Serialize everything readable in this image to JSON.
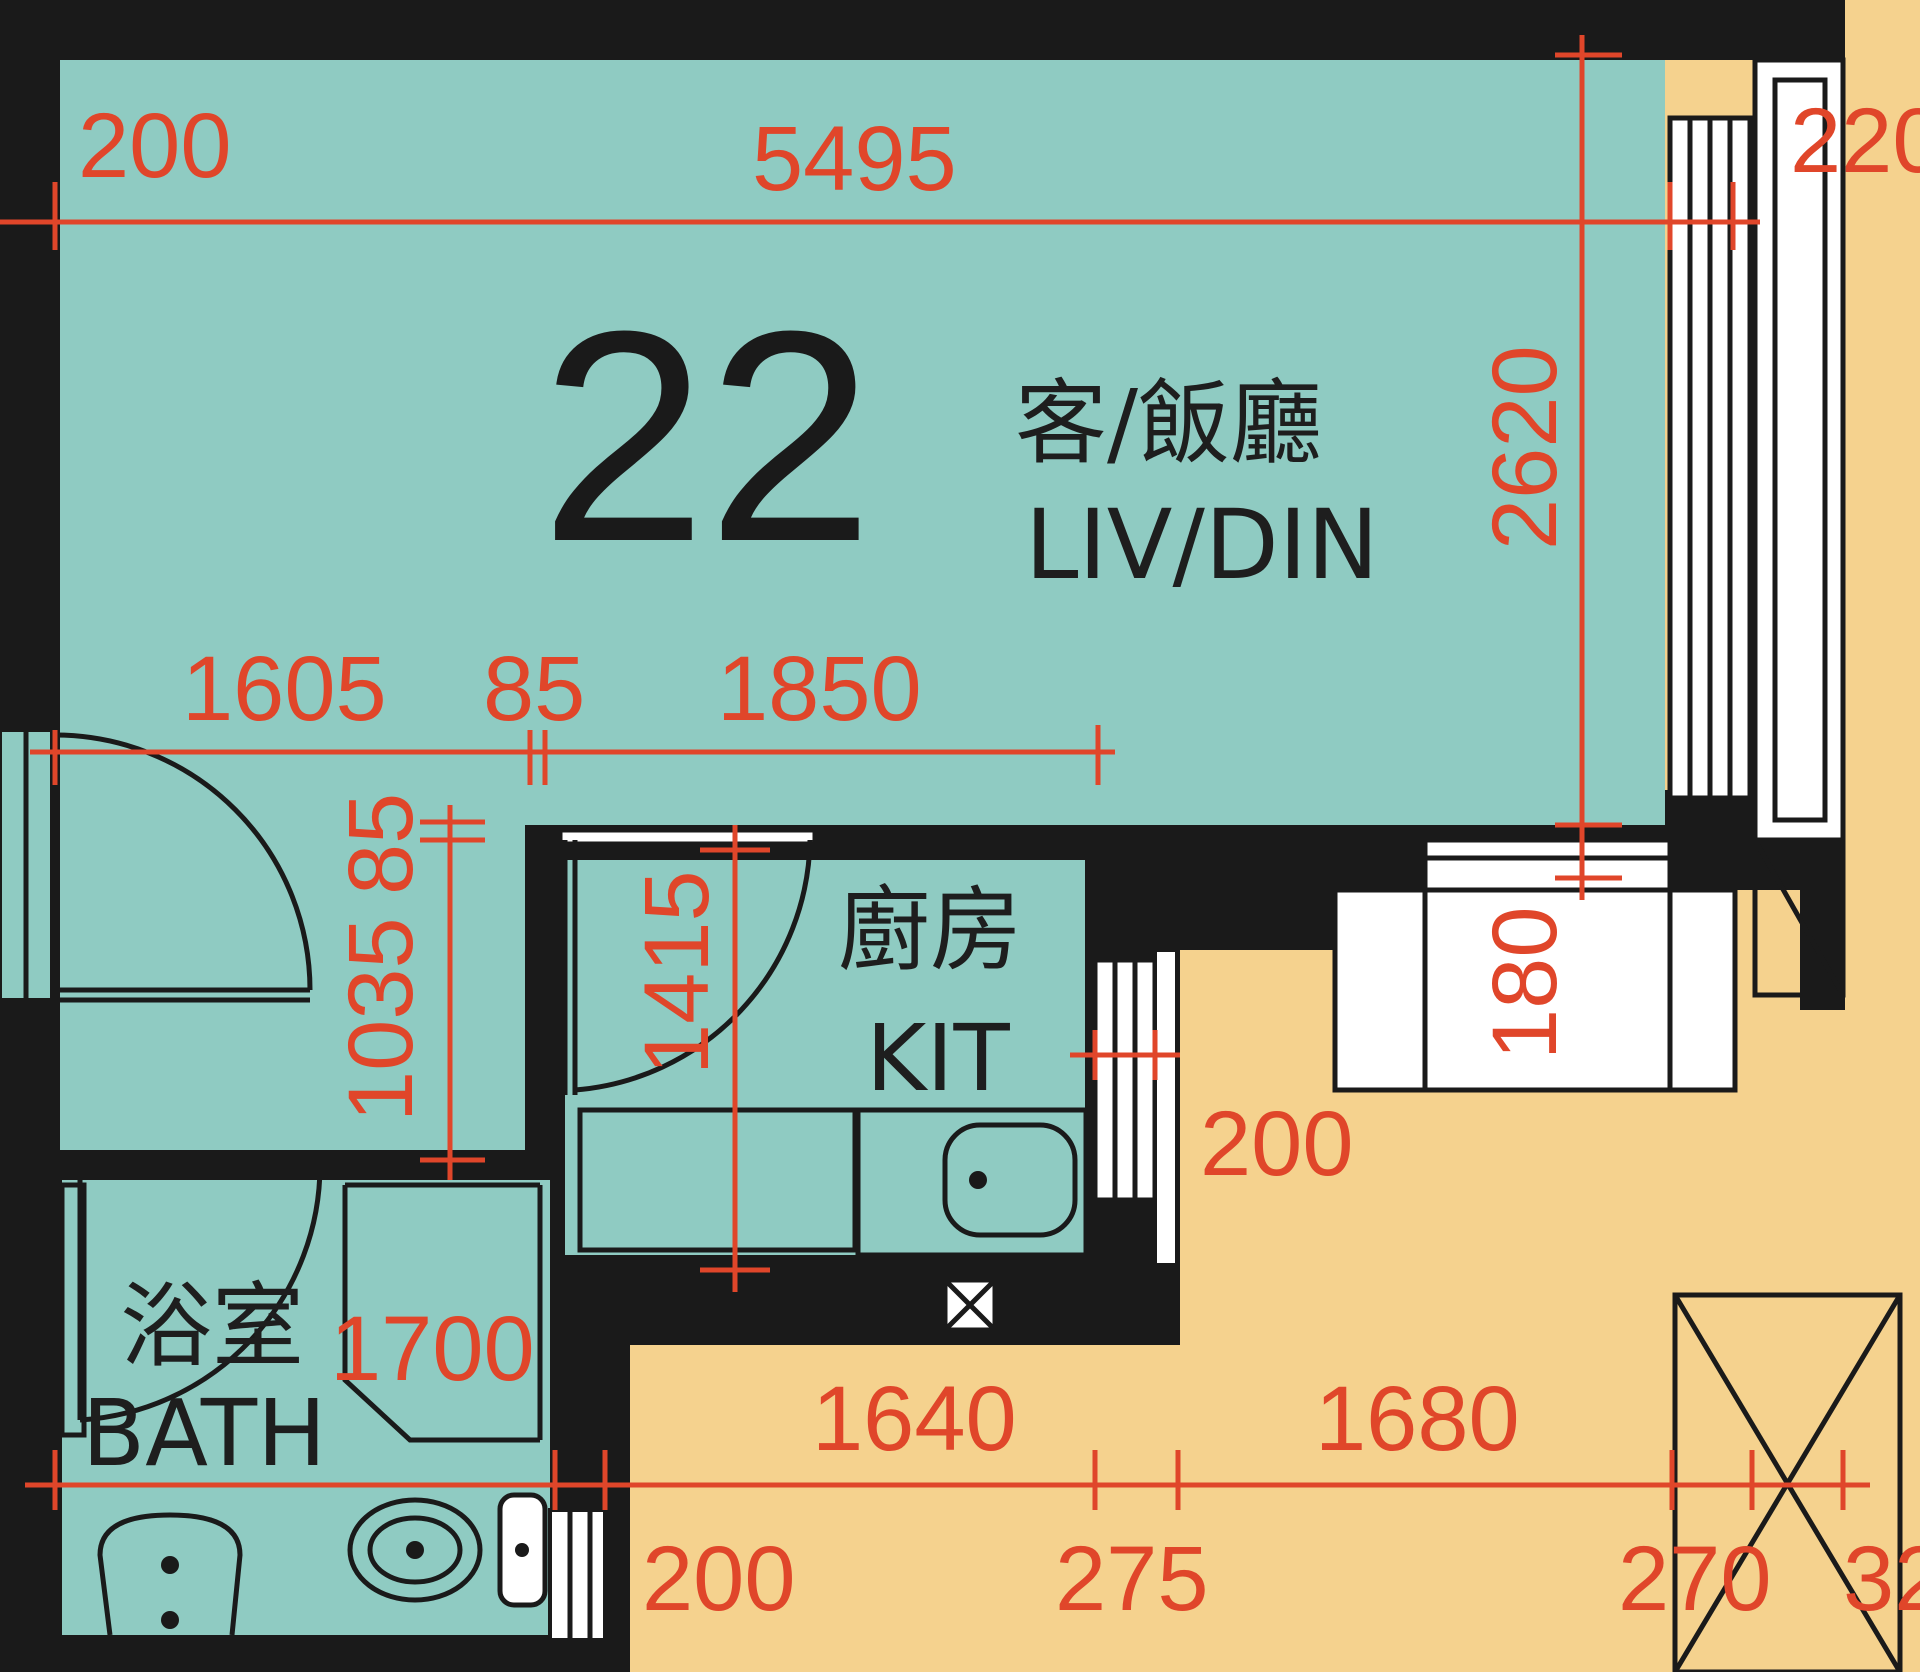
{
  "unit": {
    "number": "22",
    "living_zh": "客/飯廳",
    "living_en": "LIV/DIN",
    "kitchen_zh": "廚房",
    "kitchen_en": "KIT",
    "bath_zh": "浴室",
    "bath_en": "BATH"
  },
  "dimensions": {
    "wall_top_left": "200",
    "living_width": "5495",
    "wall_top_right": "220",
    "living_depth": "2620",
    "d1605": "1605",
    "d85_horizontal": "85",
    "d1850": "1850",
    "d1035": "1035",
    "d85_vertical": "85",
    "kitchen_depth": "1415",
    "bay_window": "180",
    "kitchen_wall": "200",
    "bath_width": "1700",
    "d1640": "1640",
    "d1680": "1680",
    "wall_bottom_200": "200",
    "d275": "275",
    "d270": "270",
    "d32": "32"
  },
  "colors": {
    "room_fill": "#8fcbc2",
    "corridor_fill": "#f5d28e",
    "wall": "#1a1a1a",
    "dimension": "#e0462a"
  }
}
